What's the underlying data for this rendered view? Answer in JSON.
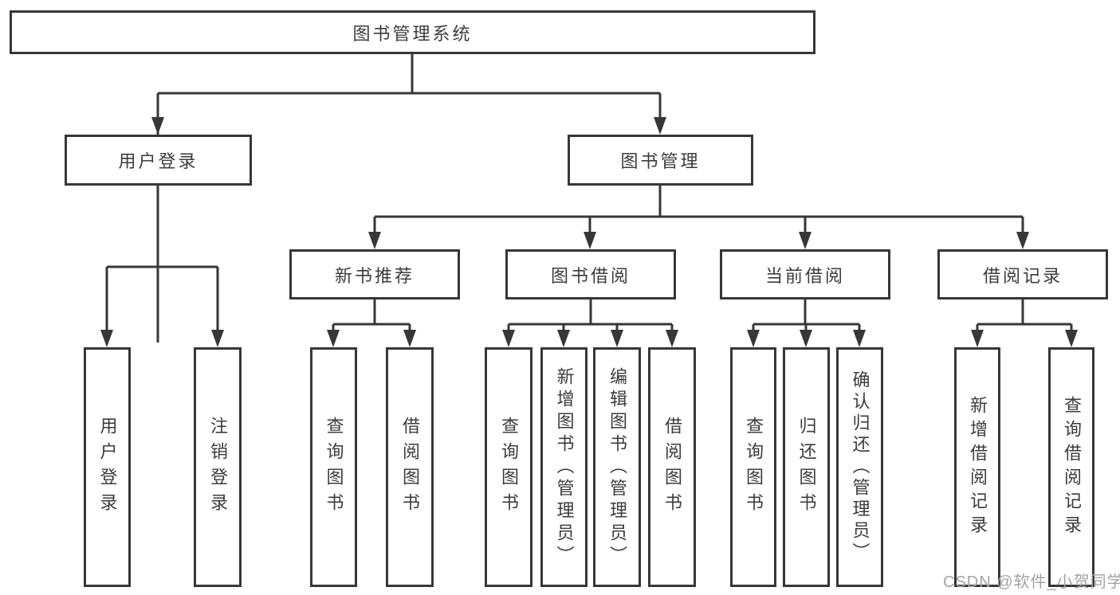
{
  "diagram": {
    "root": {
      "label": "图书管理系统"
    },
    "branches": [
      {
        "label": "用户登录",
        "children": [
          "用户登录",
          "注销登录"
        ]
      },
      {
        "label": "图书管理",
        "modules": [
          {
            "label": "新书推荐",
            "children": [
              "查询图书",
              "借阅图书"
            ]
          },
          {
            "label": "图书借阅",
            "children": [
              "查询图书",
              "新增图书（管理员）",
              "编辑图书（管理员）",
              "借阅图书"
            ]
          },
          {
            "label": "当前借阅",
            "children": [
              "查询图书",
              "归还图书",
              "确认归还（管理员）"
            ]
          },
          {
            "label": "借阅记录",
            "children": [
              "新增借阅记录",
              "查询借阅记录"
            ]
          }
        ]
      }
    ],
    "watermark": "CSDN @软件_小贺同学",
    "colors": {
      "line": "#373737",
      "text": "#3c3c3c",
      "background": "#ffffff",
      "watermark": "#a3a3a3"
    }
  }
}
